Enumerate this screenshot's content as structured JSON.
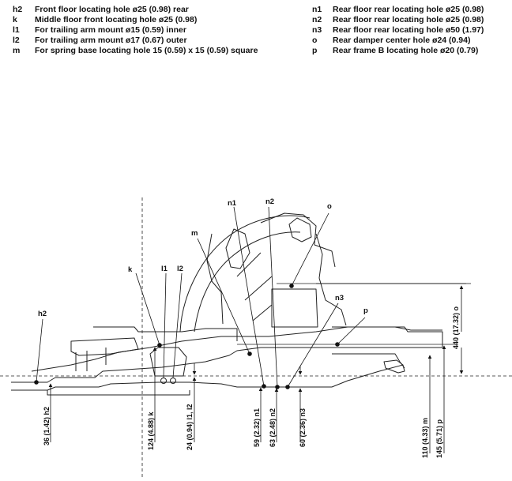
{
  "legend_left": [
    {
      "code": "h2",
      "text": "Front floor locating hole ø25 (0.98) rear"
    },
    {
      "code": "k",
      "text": "Middle floor front locating hole ø25 (0.98)"
    },
    {
      "code": "l1",
      "text": "For trailing arm mount ø15 (0.59) inner"
    },
    {
      "code": "l2",
      "text": "For trailing arm mount ø17 (0.67) outer"
    },
    {
      "code": "m",
      "text": "For spring base locating hole 15 (0.59) x 15 (0.59) square"
    }
  ],
  "legend_right": [
    {
      "code": "n1",
      "text": "Rear floor rear locating hole ø25 (0.98)"
    },
    {
      "code": "n2",
      "text": "Rear floor rear locating hole ø25 (0.98)"
    },
    {
      "code": "n3",
      "text": "Rear floor rear locating hole ø50 (1.97)"
    },
    {
      "code": "o",
      "text": "Rear damper center hole ø24 (0.94)"
    },
    {
      "code": "p",
      "text": "Rear frame B locating hole ø20 (0.79)"
    }
  ],
  "point_labels": {
    "h2": "h2",
    "k": "k",
    "l1": "l1",
    "l2": "l2",
    "m": "m",
    "n1": "n1",
    "n2": "n2",
    "n3": "n3",
    "o": "o",
    "p": "p"
  },
  "dimensions": {
    "h2": "36 (1.42) h2",
    "k": "124 (4.88) k",
    "l": "24 (0.94) l1, l2",
    "n1": "59 (2.32) n1",
    "n2": "63 (2.48) n2",
    "n3": "60 (2.36) n3",
    "m": "110 (4.33) m",
    "p": "145 (5.71) p",
    "o": "440 (17.32) o"
  }
}
